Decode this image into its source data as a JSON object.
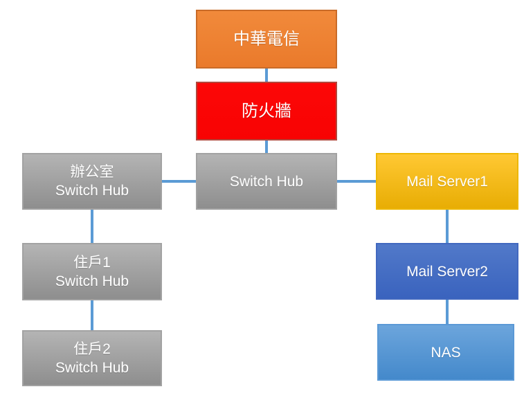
{
  "diagram": {
    "type": "network-topology",
    "nodes": {
      "isp": {
        "line1": "中華電信"
      },
      "firewall": {
        "line1": "防火牆"
      },
      "office_switch": {
        "line1": "辦公室",
        "line2": "Switch Hub"
      },
      "main_switch": {
        "line1": "Switch Hub"
      },
      "mail_server1": {
        "line1": "Mail Server1"
      },
      "resident1_switch": {
        "line1": "住戶1",
        "line2": "Switch Hub"
      },
      "mail_server2": {
        "line1": "Mail Server2"
      },
      "resident2_switch": {
        "line1": "住戶2",
        "line2": "Switch Hub"
      },
      "nas": {
        "line1": "NAS"
      }
    },
    "edges": [
      {
        "from": "isp",
        "to": "firewall"
      },
      {
        "from": "firewall",
        "to": "main_switch"
      },
      {
        "from": "office_switch",
        "to": "main_switch"
      },
      {
        "from": "main_switch",
        "to": "mail_server1"
      },
      {
        "from": "office_switch",
        "to": "resident1_switch"
      },
      {
        "from": "resident1_switch",
        "to": "resident2_switch"
      },
      {
        "from": "mail_server1",
        "to": "mail_server2"
      },
      {
        "from": "mail_server2",
        "to": "nas"
      }
    ],
    "colors": {
      "connector": "#5B9BD5",
      "isp_fill": "#ED7D31",
      "firewall_fill": "#FB0404",
      "switch_fill_top": "#B4B4B4",
      "switch_fill_bottom": "#8E8E8E",
      "mail_server1_fill_top": "#FFC833",
      "mail_server1_fill_bottom": "#E8AD04",
      "mail_server2_fill_top": "#5179C9",
      "mail_server2_fill_bottom": "#3A63BE",
      "nas_fill_top": "#6CA5DC",
      "nas_fill_bottom": "#4489CB",
      "text": "#FFFFFF"
    }
  }
}
